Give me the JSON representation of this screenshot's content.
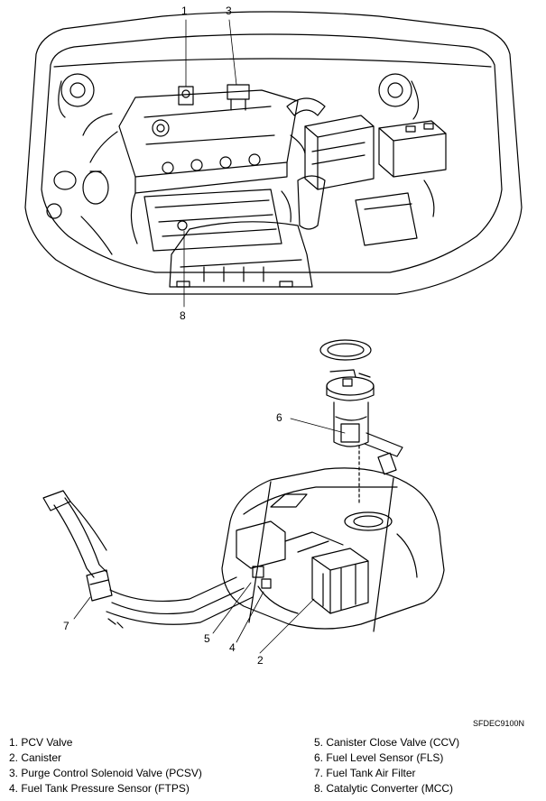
{
  "callouts": {
    "c1": "1",
    "c2": "2",
    "c3": "3",
    "c4": "4",
    "c5": "5",
    "c6": "6",
    "c7": "7",
    "c8": "8"
  },
  "figure_code": "SFDEC9100N",
  "legend": {
    "left": [
      "1. PCV Valve",
      "2. Canister",
      "3. Purge Control Solenoid Valve (PCSV)",
      "4. Fuel Tank Pressure Sensor (FTPS)"
    ],
    "right": [
      "5. Canister Close Valve (CCV)",
      "6. Fuel Level Sensor (FLS)",
      "7. Fuel Tank Air Filter",
      "8. Catalytic Converter (MCC)"
    ]
  },
  "colors": {
    "ink": "#000000",
    "background": "#ffffff"
  }
}
